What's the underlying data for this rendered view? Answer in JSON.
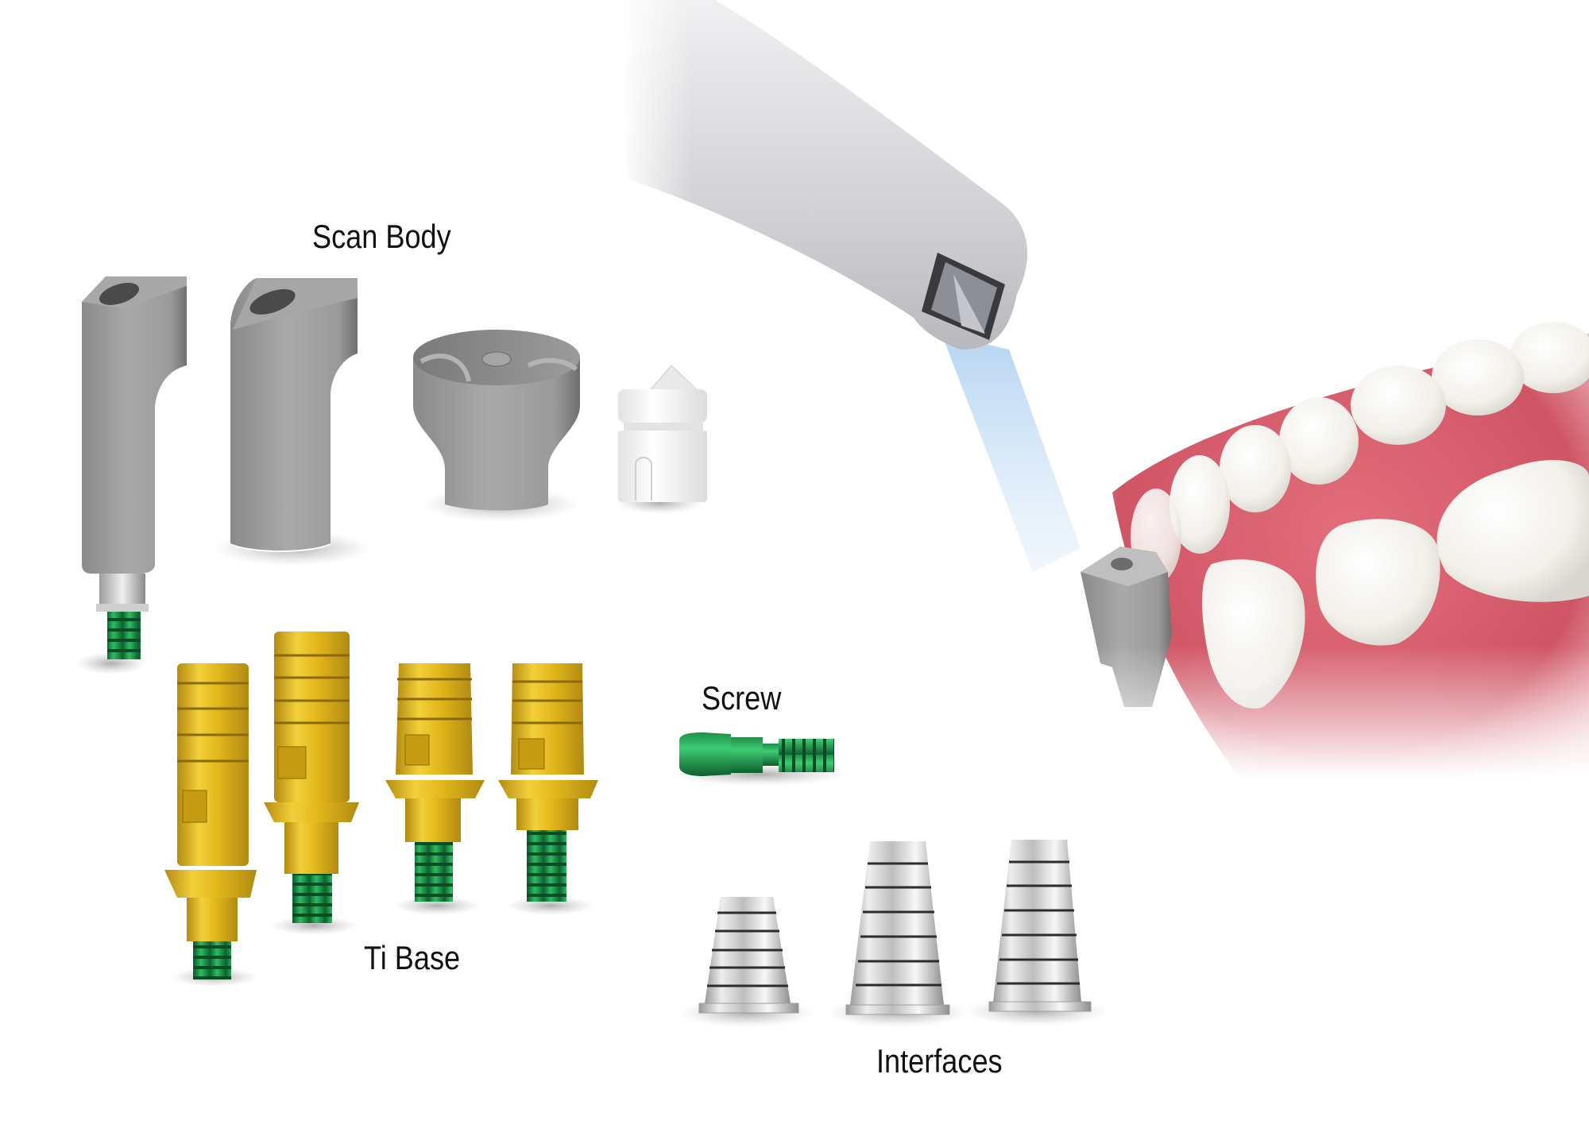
{
  "labels": {
    "scan_body": "Scan Body",
    "screw": "Screw",
    "ti_base": "Ti Base",
    "interfaces": "Interfaces"
  },
  "colors": {
    "background": "#ffffff",
    "scan_body_gray": "#9a9a9a",
    "scan_body_white": "#f2f2f2",
    "ti_base_gold": "#e0b81a",
    "thread_green": "#1e9a4e",
    "interface_silver": "#d9d9d9",
    "gum_pink": "#d9606e",
    "tooth_white": "#f4f1ec",
    "scanner_light_blue": "#bcd8f0",
    "scanner_body": "#d6d6da"
  },
  "components": {
    "scan_bodies": [
      "scan-body-tall-angled",
      "scan-body-wide-angled",
      "scan-body-mushroom",
      "scan-body-white-cap"
    ],
    "ti_bases": [
      "ti-base-1",
      "ti-base-2",
      "ti-base-3",
      "ti-base-4"
    ],
    "interfaces": [
      "interface-short",
      "interface-tall-1",
      "interface-tall-2"
    ]
  }
}
